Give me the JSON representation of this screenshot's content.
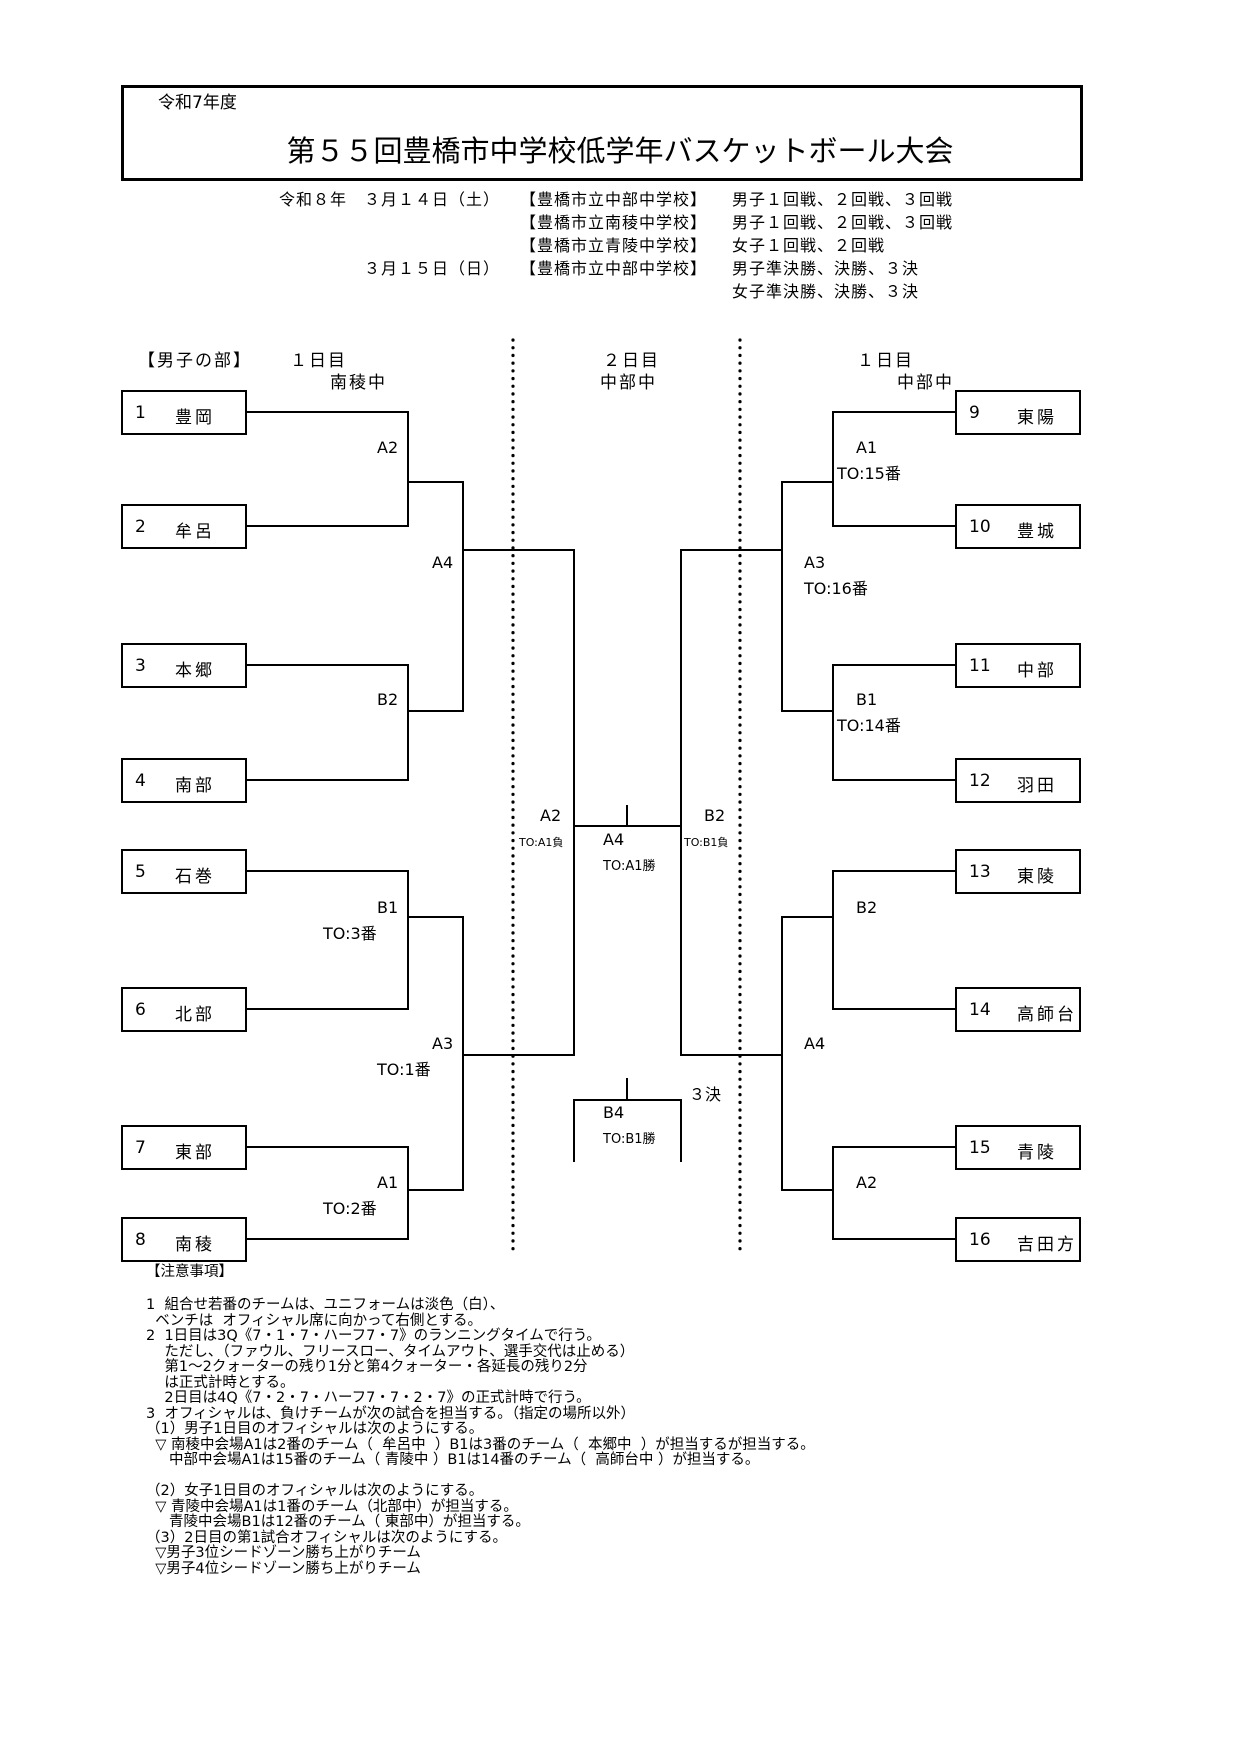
{
  "header": {
    "fiscal_year": "令和7年度",
    "title": "第５５回豊橋市中学校低学年バスケットボール大会"
  },
  "schedule": [
    {
      "date": "令和８年　３月１４日（土）",
      "venue": "【豊橋市立中部中学校】",
      "events": "男子１回戦、２回戦、３回戦"
    },
    {
      "date": "",
      "venue": "【豊橋市立南稜中学校】",
      "events": "男子１回戦、２回戦、３回戦"
    },
    {
      "date": "",
      "venue": "【豊橋市立青陵中学校】",
      "events": "女子１回戦、２回戦"
    },
    {
      "date": "３月１５日（日）",
      "venue": "【豊橋市立中部中学校】",
      "events": "男子準決勝、決勝、３決"
    },
    {
      "date": "",
      "venue": "",
      "events": "女子準決勝、決勝、３決"
    }
  ],
  "bracket": {
    "section_title": "【男子の部】",
    "columns": {
      "left": {
        "day": "１日目",
        "venue": "南稜中"
      },
      "center": {
        "day": "２日目",
        "venue": "中部中"
      },
      "right": {
        "day": "１日目",
        "venue": "中部中"
      }
    },
    "teams": [
      {
        "num": "1",
        "name": "豊岡"
      },
      {
        "num": "2",
        "name": "牟呂"
      },
      {
        "num": "3",
        "name": "本郷"
      },
      {
        "num": "4",
        "name": "南部"
      },
      {
        "num": "5",
        "name": "石巻"
      },
      {
        "num": "6",
        "name": "北部"
      },
      {
        "num": "7",
        "name": "東部"
      },
      {
        "num": "8",
        "name": "南稜"
      },
      {
        "num": "9",
        "name": "東陽"
      },
      {
        "num": "10",
        "name": "豊城"
      },
      {
        "num": "11",
        "name": "中部"
      },
      {
        "num": "12",
        "name": "羽田"
      },
      {
        "num": "13",
        "name": "東陵"
      },
      {
        "num": "14",
        "name": "高師台"
      },
      {
        "num": "15",
        "name": "青陵"
      },
      {
        "num": "16",
        "name": "吉田方"
      }
    ],
    "matches": {
      "l_r1_1": {
        "code": "A2",
        "to": ""
      },
      "l_r1_2": {
        "code": "B2",
        "to": ""
      },
      "l_r1_3": {
        "code": "B1",
        "to": "TO:3番"
      },
      "l_r1_4": {
        "code": "A1",
        "to": "TO:2番"
      },
      "l_r2_1": {
        "code": "A4",
        "to": ""
      },
      "l_r2_2": {
        "code": "A3",
        "to": "TO:1番"
      },
      "r_r1_1": {
        "code": "A1",
        "to": "TO:15番"
      },
      "r_r1_2": {
        "code": "B1",
        "to": "TO:14番"
      },
      "r_r1_3": {
        "code": "B2",
        "to": ""
      },
      "r_r1_4": {
        "code": "A2",
        "to": ""
      },
      "r_r2_1": {
        "code": "A3",
        "to": "TO:16番"
      },
      "r_r2_2": {
        "code": "A4",
        "to": ""
      },
      "semi_left": {
        "code": "A2",
        "to": "TO:A1負"
      },
      "semi_right": {
        "code": "B2",
        "to": "TO:B1負"
      },
      "final": {
        "code": "A4",
        "to": "TO:A1勝"
      },
      "third": {
        "code": "B4",
        "to": "TO:B1勝",
        "label": "３決"
      }
    }
  },
  "notes": {
    "heading": "【注意事項】",
    "lines": [
      "1  組合せ若番のチームは、ユニフォームは淡色（白）、",
      "  ベンチは  オフィシャル席に向かって右側とする。",
      "2  1日目は3Q《7・1・7・ハーフ7・7》のランニングタイムで行う。",
      "    ただし、（ファウル、フリースロー、タイムアウト、選手交代は止める）",
      "    第1～2クォーターの残り1分と第4クォーター・各延長の残り2分",
      "    は正式計時とする。",
      "    2日目は4Q《7・2・7・ハーフ7・7・2・7》の正式計時で行う。",
      "3  オフィシャルは、負けチームが次の試合を担当する。（指定の場所以外）",
      "（1）男子1日目のオフィシャルは次のようにする。",
      "  ▽ 南稜中会場A1は2番のチーム（  牟呂中  ）B1は3番のチーム（  本郷中  ）が担当するが担当する。",
      "     中部中会場A1は15番のチーム（ 青陵中 ）B1は14番のチーム（  高師台中 ）が担当する。",
      "",
      "（2）女子1日目のオフィシャルは次のようにする。",
      "  ▽ 青陵中会場A1は1番のチーム（北部中）が担当する。",
      "     青陵中会場B1は12番のチーム（ 東部中）が担当する。",
      "（3）2日目の第1試合オフィシャルは次のようにする。",
      "  ▽男子3位シードゾーン勝ち上がりチーム",
      "  ▽男子4位シードゾーン勝ち上がりチーム"
    ]
  }
}
